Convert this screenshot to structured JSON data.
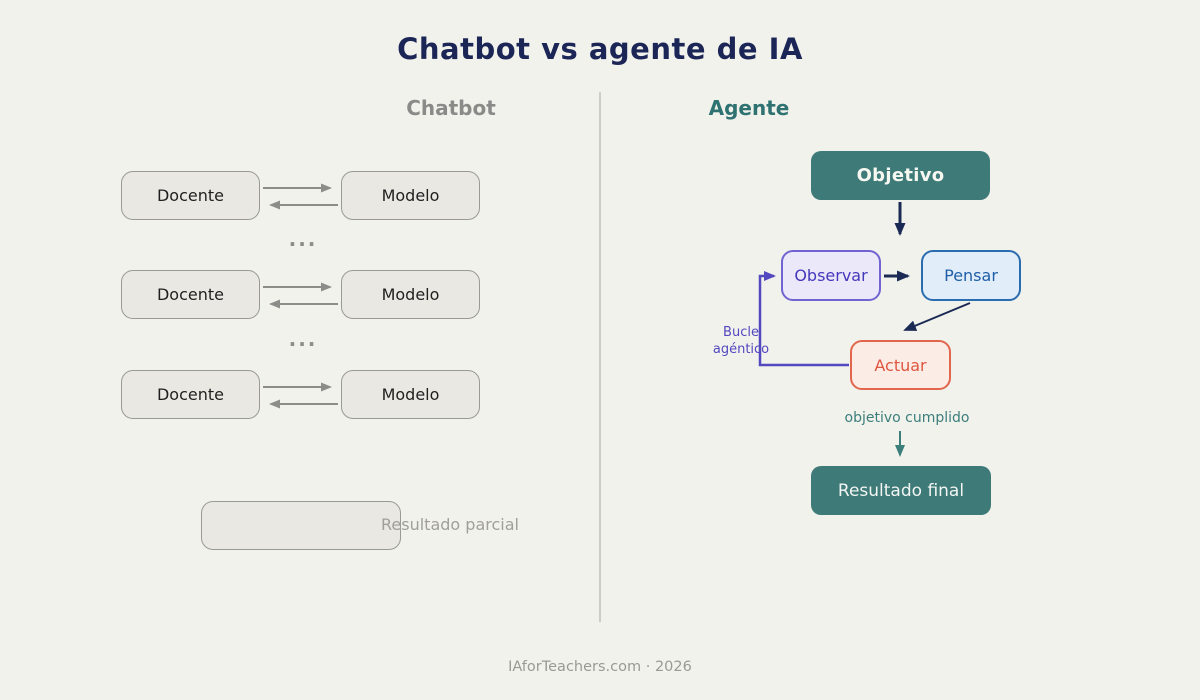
{
  "title": "Chatbot vs agente de IA",
  "footer": "IAforTeachers.com · 2026",
  "chatbot": {
    "heading": "Chatbot",
    "rows": [
      {
        "left": "Docente",
        "right": "Modelo"
      },
      {
        "left": "Docente",
        "right": "Modelo"
      },
      {
        "left": "Docente",
        "right": "Modelo"
      }
    ],
    "ellipsis": "...",
    "partial_result_label": "Resultado parcial"
  },
  "agent": {
    "heading": "Agente",
    "goal": "Objetivo",
    "observe": "Observar",
    "think": "Pensar",
    "act": "Actuar",
    "loop_label_line1": "Bucle",
    "loop_label_line2": "agéntico",
    "done_label": "objetivo cumplido",
    "final": "Resultado final"
  },
  "colors": {
    "background": "#f2f2ec",
    "title_navy": "#1b2556",
    "heading_gray": "#8a8a88",
    "teal": "#3e7a78",
    "teal_text": "#3b7e7c",
    "navy_arrow": "#1b2a55",
    "purple_line": "#5348c0",
    "purple_border": "#7164d2",
    "purple_text": "#4538bb",
    "purple_fill": "#ebe8fa",
    "blue_border": "#2a6cb0",
    "blue_text": "#1f5fa8",
    "blue_fill": "#e2edfa",
    "red_border": "#e2664d",
    "red_text": "#df5640",
    "red_fill": "#fcece6",
    "box_fill": "#e9e8e2",
    "box_border": "#9a9a94",
    "gray_arrow": "#8c8c89",
    "divider": "#ccccca",
    "muted_text": "#a09f9b",
    "footer_text": "#9a9a95",
    "text_dark": "#1f1f1f"
  }
}
